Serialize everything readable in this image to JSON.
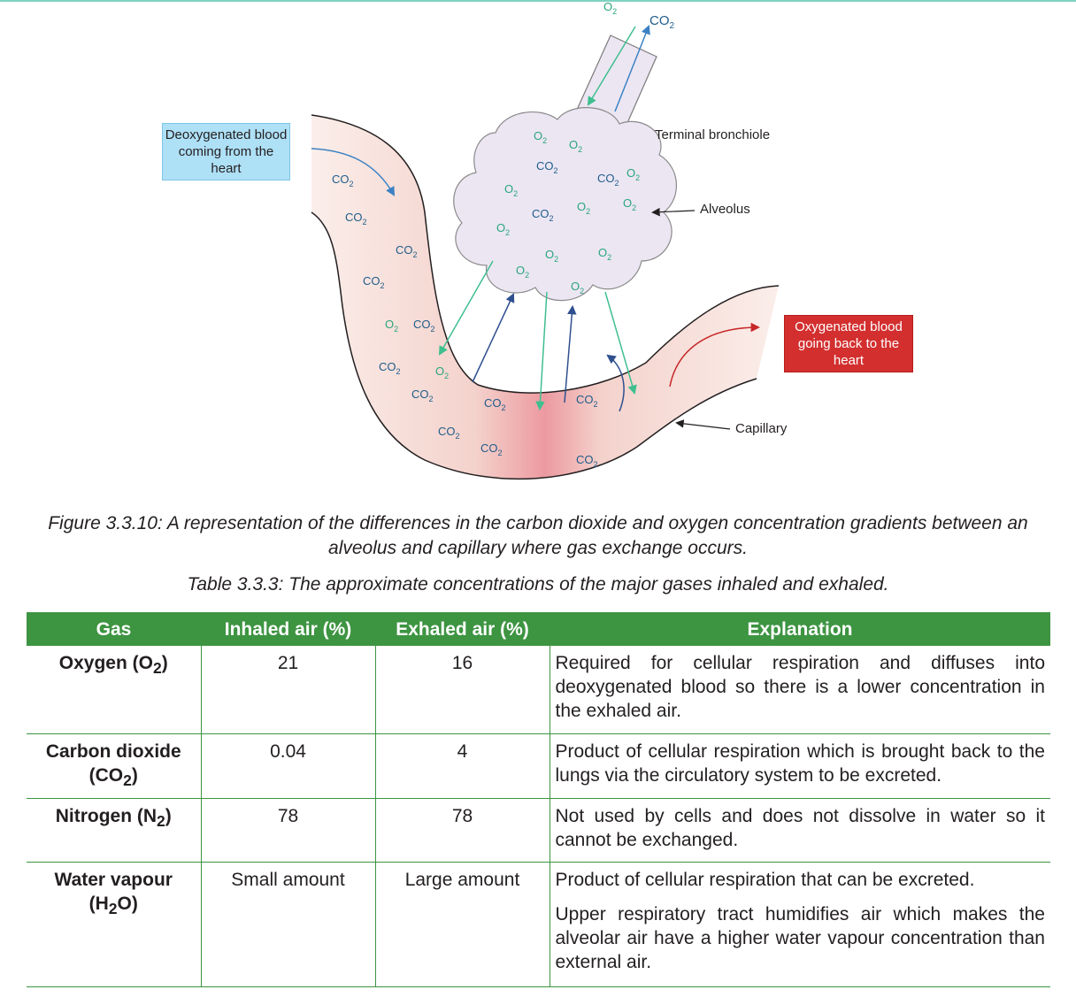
{
  "diagram": {
    "label_deoxygenated": "Deoxygenated blood coming from the heart",
    "label_oxygenated": "Oxygenated blood going back to the heart",
    "label_terminal_bronchiole": "Terminal bronchiole",
    "label_alveolus": "Alveolus",
    "label_capillary": "Capillary",
    "co2": "CO",
    "o2": "O",
    "sub2": "2",
    "colors": {
      "o2_text": "#2aa57d",
      "co2_text": "#1f5c8a",
      "blood": "#f2c4c4",
      "alveolus": "#ece6f3"
    }
  },
  "figure_caption": "Figure 3.3.10: A representation of the differences in the carbon dioxide and oxygen concentration gradients between an alveolus and capillary where gas exchange occurs.",
  "table_caption": "Table 3.3.3: The approximate concentrations of the major gases inhaled and exhaled.",
  "table": {
    "headers": [
      "Gas",
      "Inhaled air (%)",
      "Exhaled air (%)",
      "Explanation"
    ],
    "rows": [
      {
        "gas_name": "Oxygen (O",
        "gas_sub": "2",
        "gas_tail": ")",
        "inhaled": "21",
        "exhaled": "16",
        "explanation": "Required for cellular respiration and diffuses into deoxygenated blood so there is a lower concentration in the exhaled air."
      },
      {
        "gas_name": "Carbon dioxide (CO",
        "gas_sub": "2",
        "gas_tail": ")",
        "inhaled": "0.04",
        "exhaled": "4",
        "explanation": "Product of cellular respiration which is brought back to the lungs via the circulatory system to be excreted."
      },
      {
        "gas_name": "Nitrogen (N",
        "gas_sub": "2",
        "gas_tail": ")",
        "inhaled": "78",
        "exhaled": "78",
        "explanation": "Not used by cells and does not dissolve in water so it cannot be exchanged."
      },
      {
        "gas_name": "Water vapour (H",
        "gas_sub": "2",
        "gas_tail": "O)",
        "inhaled": "Small amount",
        "exhaled": "Large amount",
        "explanation": "Product of cellular respiration that can be excreted.",
        "explanation_2": "Upper respiratory tract humidifies air which makes the alveolar air have a higher water vapour concentration than external air."
      }
    ]
  },
  "colors": {
    "table_header_bg": "#3d9441",
    "rule": "#3d9441",
    "top_rule": "#7fd3c0"
  }
}
